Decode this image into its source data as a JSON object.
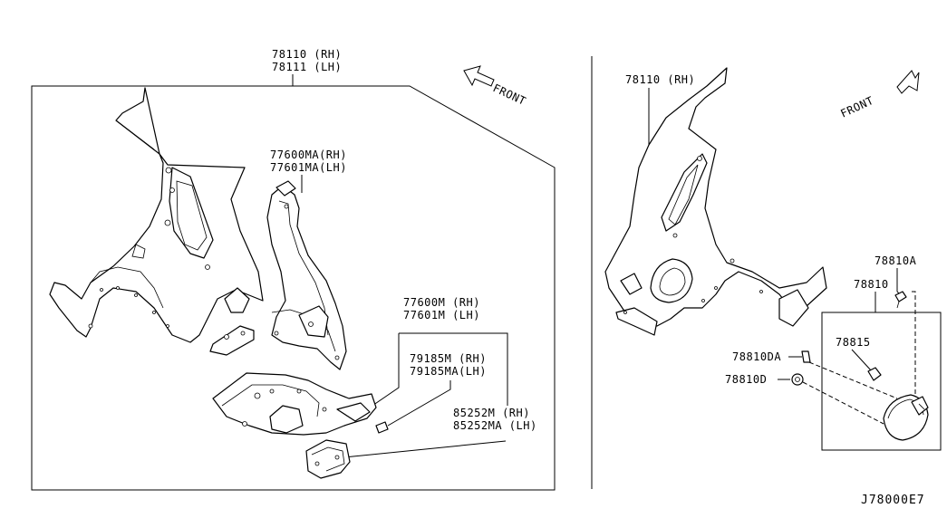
{
  "left_panel": {
    "callouts": [
      {
        "id": "rear-fender-outer",
        "line1": "78110 (RH)",
        "line2": "78111 (LH)"
      },
      {
        "id": "wheel-house-inner-upper",
        "line1": "77600MA(RH)",
        "line2": "77601MA(LH)"
      },
      {
        "id": "wheel-house-inner-lower",
        "line1": "77600M (RH)",
        "line2": "77601M (LH)"
      },
      {
        "id": "bracket-a",
        "line1": "79185M  (RH)",
        "line2": "79185MA(LH)"
      },
      {
        "id": "bracket-b",
        "line1": "85252M  (RH)",
        "line2": "85252MA (LH)"
      }
    ],
    "front_label": "FRONT"
  },
  "right_panel": {
    "callouts": [
      {
        "id": "rear-fender-rh",
        "line1": "78110 (RH)"
      },
      {
        "id": "screw",
        "line1": "78810A"
      },
      {
        "id": "filler-lid-assy",
        "line1": "78810"
      },
      {
        "id": "spring",
        "line1": "78815"
      },
      {
        "id": "bumper-a",
        "line1": "78810DA"
      },
      {
        "id": "bumper-b",
        "line1": "78810D"
      }
    ],
    "front_label": "FRONT"
  },
  "diagram_code": "J78000E7"
}
